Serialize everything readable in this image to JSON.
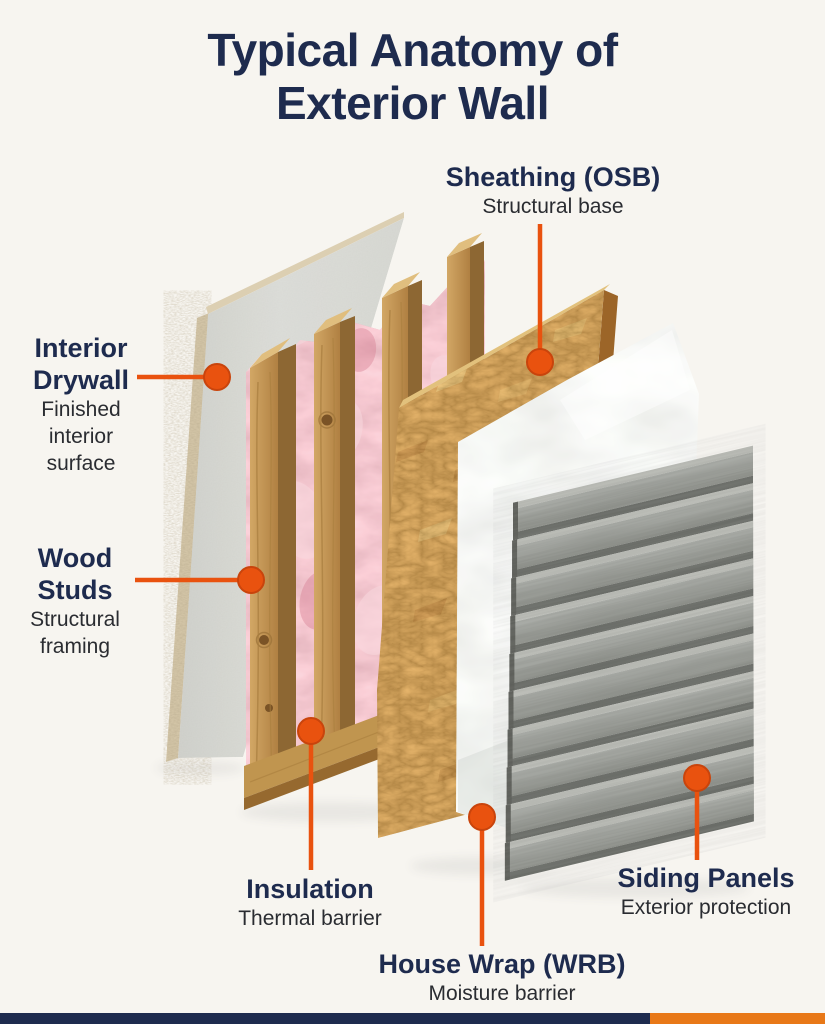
{
  "title": {
    "line1": "Typical Anatomy of",
    "line2": "Exterior Wall"
  },
  "labels": {
    "sheathing": {
      "title": "Sheathing (OSB)",
      "subtitle": "Structural base"
    },
    "interior_drywall": {
      "title_line1": "Interior",
      "title_line2": "Drywall",
      "sub_line1": "Finished",
      "sub_line2": "interior",
      "sub_line3": "surface"
    },
    "wood_studs": {
      "title_line1": "Wood",
      "title_line2": "Studs",
      "sub_line1": "Structural",
      "sub_line2": "framing"
    },
    "insulation": {
      "title": "Insulation",
      "subtitle": "Thermal barrier"
    },
    "house_wrap": {
      "title": "House Wrap (WRB)",
      "subtitle": "Moisture barrier"
    },
    "siding_panels": {
      "title": "Siding Panels",
      "subtitle": "Exterior protection"
    }
  },
  "colors": {
    "bg": "#f7f5f0",
    "navy": "#1e2b4e",
    "sub_text": "#2a2c31",
    "accent": "#e9520f",
    "footer_navy": "#1e2b4e",
    "footer_orange": "#e87818"
  }
}
